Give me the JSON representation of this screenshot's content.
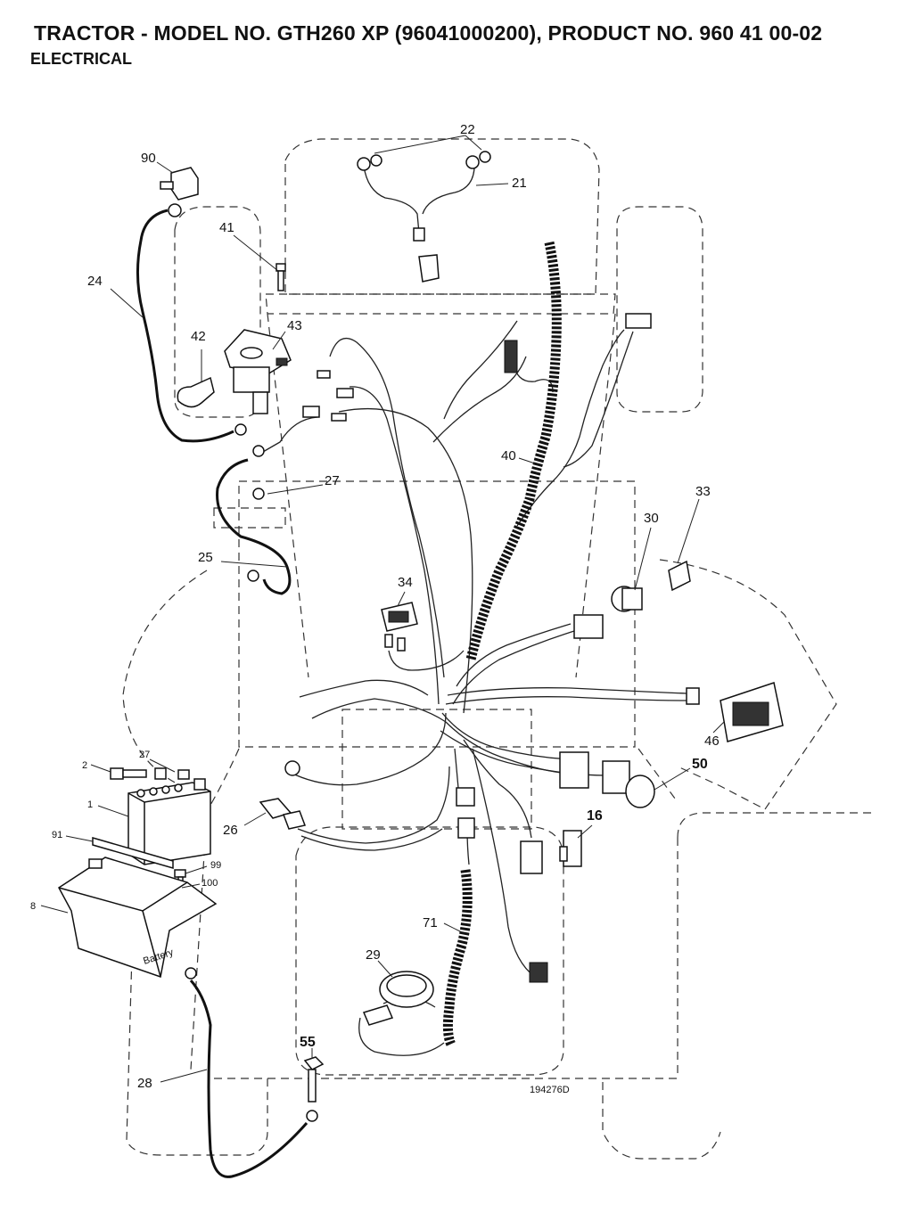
{
  "header": {
    "title": "TRACTOR - MODEL NO. GTH260 XP (96041000200), PRODUCT NO. 960 41 00-02",
    "section": "ELECTRICAL"
  },
  "drawing_number": "194276D",
  "battery_marking": "Battery",
  "callouts": [
    {
      "id": "c90",
      "text": "90"
    },
    {
      "id": "c22",
      "text": "22"
    },
    {
      "id": "c21",
      "text": "21"
    },
    {
      "id": "c41",
      "text": "41"
    },
    {
      "id": "c24",
      "text": "24"
    },
    {
      "id": "c43",
      "text": "43"
    },
    {
      "id": "c42",
      "text": "42"
    },
    {
      "id": "c40",
      "text": "40"
    },
    {
      "id": "c27a",
      "text": "27"
    },
    {
      "id": "c33",
      "text": "33"
    },
    {
      "id": "c30",
      "text": "30"
    },
    {
      "id": "c25",
      "text": "25"
    },
    {
      "id": "c34",
      "text": "34"
    },
    {
      "id": "c46",
      "text": "46"
    },
    {
      "id": "c50",
      "text": "50"
    },
    {
      "id": "c2",
      "text": "2"
    },
    {
      "id": "c27b",
      "text": "27"
    },
    {
      "id": "c1",
      "text": "1"
    },
    {
      "id": "c26",
      "text": "26"
    },
    {
      "id": "c16",
      "text": "16"
    },
    {
      "id": "c91",
      "text": "91"
    },
    {
      "id": "c99",
      "text": "99"
    },
    {
      "id": "c100",
      "text": "100"
    },
    {
      "id": "c8",
      "text": "8"
    },
    {
      "id": "c71",
      "text": "71"
    },
    {
      "id": "c29",
      "text": "29"
    },
    {
      "id": "c55",
      "text": "55"
    },
    {
      "id": "c28",
      "text": "28"
    }
  ]
}
